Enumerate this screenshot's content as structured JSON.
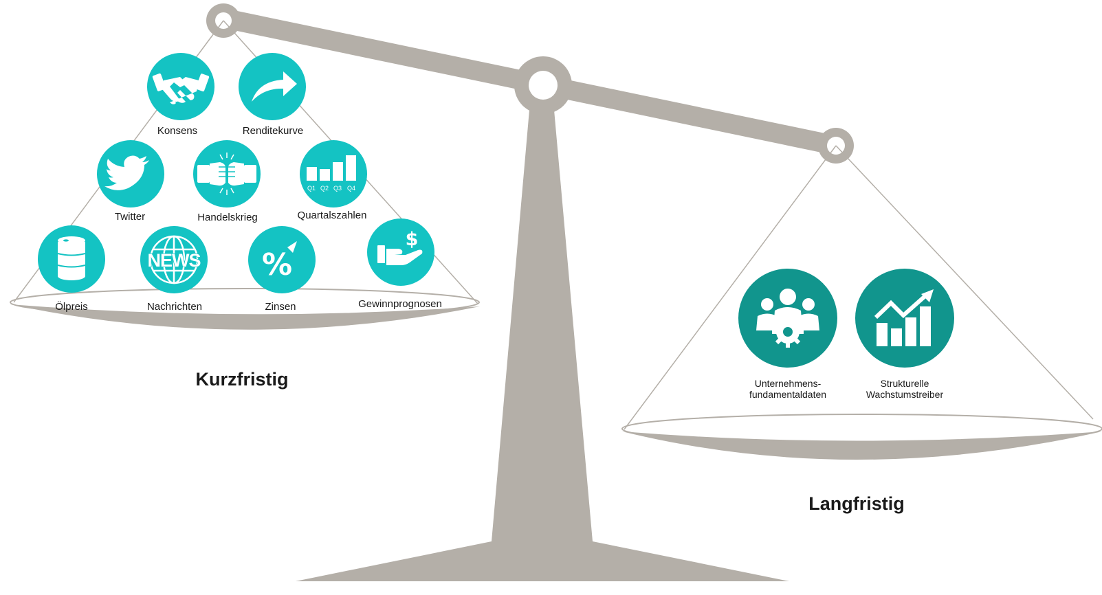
{
  "colors": {
    "scale": "#b4afa8",
    "short_icon": "#14c3c3",
    "long_icon": "#11958d",
    "text": "#1a1a1a"
  },
  "short_term": {
    "title": "Kurzfristig",
    "items": [
      {
        "label": "Konsens",
        "icon": "handshake-icon"
      },
      {
        "label": "Renditekurve",
        "icon": "curved-arrow-icon"
      },
      {
        "label": "Twitter",
        "icon": "twitter-bird-icon"
      },
      {
        "label": "Handelskrieg",
        "icon": "fist-bump-icon"
      },
      {
        "label": "Quartalszahlen",
        "icon": "quarterly-bars-icon",
        "quarters": [
          "Q1",
          "Q2",
          "Q3",
          "Q4"
        ]
      },
      {
        "label": "Ölpreis",
        "icon": "oil-barrel-icon"
      },
      {
        "label": "Nachrichten",
        "icon": "news-globe-icon",
        "icon_text": "NEWS"
      },
      {
        "label": "Zinsen",
        "icon": "percent-arrow-icon",
        "icon_text": "%"
      },
      {
        "label": "Gewinnprognosen",
        "icon": "hand-dollar-icon",
        "icon_text": "$"
      }
    ]
  },
  "long_term": {
    "title": "Langfristig",
    "items": [
      {
        "label_line1": "Unternehmens-",
        "label_line2": "fundamentaldaten",
        "icon": "people-gear-icon"
      },
      {
        "label_line1": "Strukturelle",
        "label_line2": "Wachstumstreiber",
        "icon": "growth-chart-icon"
      }
    ]
  }
}
